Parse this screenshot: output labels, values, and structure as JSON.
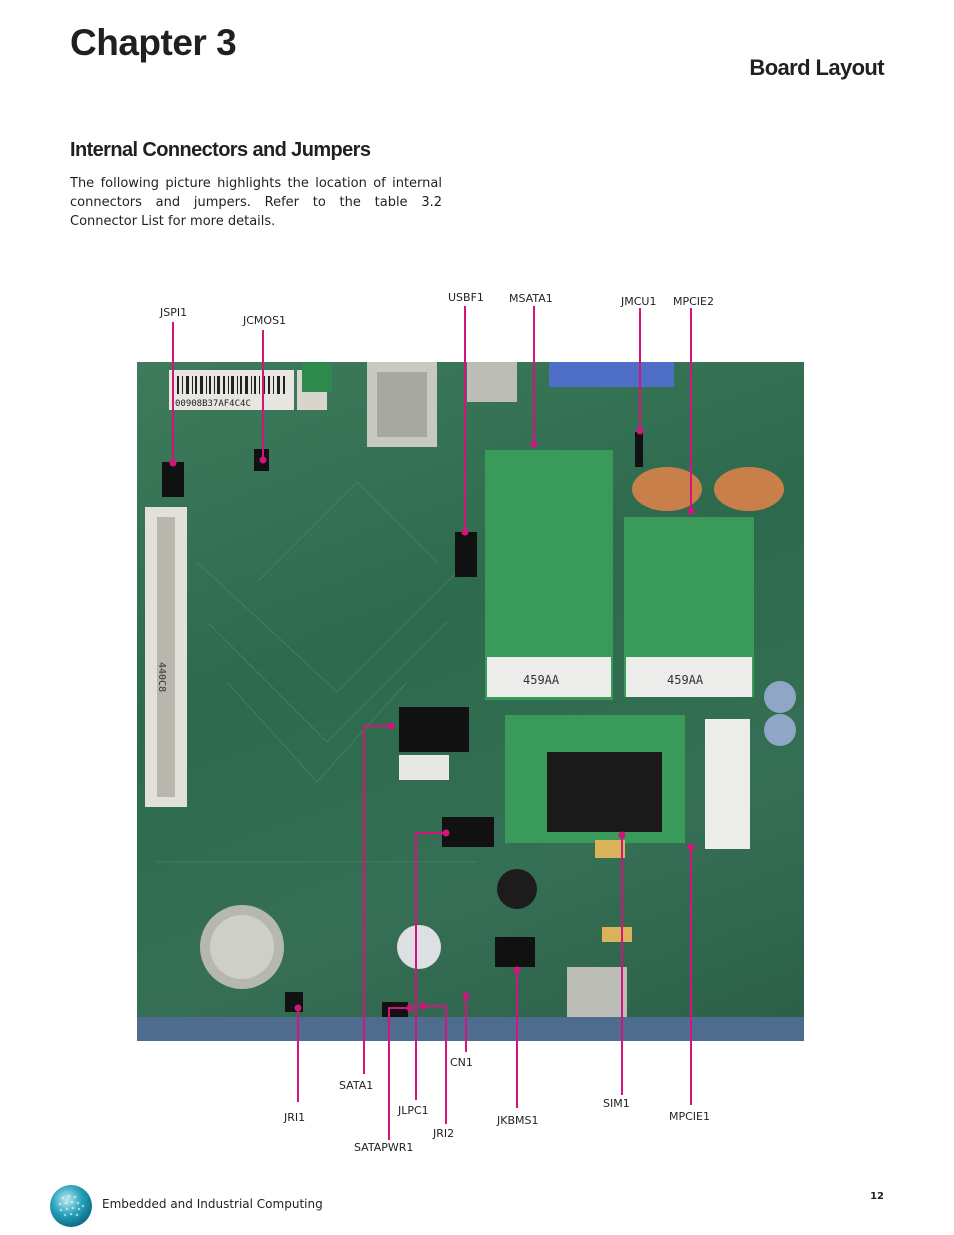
{
  "header": {
    "chapter": "Chapter 3",
    "section": "Board Layout"
  },
  "content": {
    "subheading": "Internal Connectors and Jumpers",
    "paragraph": "The following picture highlights the location of internal connectors and jumpers. Refer to the table 3.2 Connector List for more details."
  },
  "callouts": {
    "jspi1": "JSPI1",
    "jcmos1": "JCMOS1",
    "usbf1": "USBF1",
    "msata1": "MSATA1",
    "jmcu1": "JMCU1",
    "mpcie2": "MPCIE2",
    "jri1": "JRI1",
    "sata1": "SATA1",
    "satapwr1": "SATAPWR1",
    "jlpc1": "JLPC1",
    "jri2": "JRI2",
    "cn1": "CN1",
    "jkbms1": "JKBMS1",
    "sim1": "SIM1",
    "mpcie1": "MPCIE1"
  },
  "board_text": {
    "serial_sticker": "00908B37AF4C4C",
    "module_code": "459AA",
    "dimm_code": "440C8"
  },
  "colors": {
    "callout": "#d4147d",
    "pcb": "#2f6b4f"
  },
  "footer": {
    "tagline": "Embedded and Industrial Computing",
    "page_number": "12"
  }
}
